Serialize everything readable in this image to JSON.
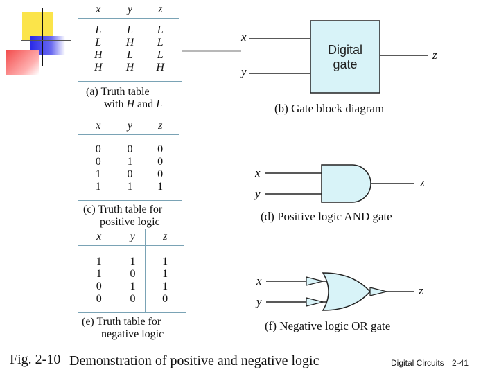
{
  "table_a": {
    "headers": [
      "x",
      "y",
      "z"
    ],
    "rows": [
      [
        "L",
        "L",
        "L"
      ],
      [
        "L",
        "H",
        "L"
      ],
      [
        "H",
        "L",
        "L"
      ],
      [
        "H",
        "H",
        "H"
      ]
    ],
    "caption_line1": "(a) Truth table",
    "caption_line2_pre": "with ",
    "caption_line2_h": "H",
    "caption_line2_mid": " and ",
    "caption_line2_l": "L"
  },
  "table_c": {
    "headers": [
      "x",
      "y",
      "z"
    ],
    "rows": [
      [
        "0",
        "0",
        "0"
      ],
      [
        "0",
        "1",
        "0"
      ],
      [
        "1",
        "0",
        "0"
      ],
      [
        "1",
        "1",
        "1"
      ]
    ],
    "caption_line1": "(c) Truth table for",
    "caption_line2": "positive logic"
  },
  "table_e": {
    "headers": [
      "x",
      "y",
      "z"
    ],
    "rows": [
      [
        "1",
        "1",
        "1"
      ],
      [
        "1",
        "0",
        "1"
      ],
      [
        "0",
        "1",
        "1"
      ],
      [
        "0",
        "0",
        "0"
      ]
    ],
    "caption_line1": "(e) Truth table for",
    "caption_line2": "negative logic"
  },
  "gate_b": {
    "input_x": "x",
    "input_y": "y",
    "output": "z",
    "label_line1": "Digital",
    "label_line2": "gate",
    "caption": "(b) Gate block diagram",
    "fill": "#d8f3f8"
  },
  "gate_d": {
    "input_x": "x",
    "input_y": "y",
    "output": "z",
    "caption": "(d) Positive logic AND gate",
    "fill": "#d8f3f8"
  },
  "gate_f": {
    "input_x": "x",
    "input_y": "y",
    "output": "z",
    "caption": "(f) Negative logic OR gate",
    "fill": "#d8f3f8"
  },
  "footer": {
    "fig_label": "Fig. 2-10",
    "fig_title": "Demonstration of positive and negative logic",
    "course": "Digital Circuits",
    "page": "2-41"
  },
  "decor_colors": {
    "yellow": "#fbe44a",
    "blue": "#2a2ae8",
    "red": "#f24a4a"
  }
}
